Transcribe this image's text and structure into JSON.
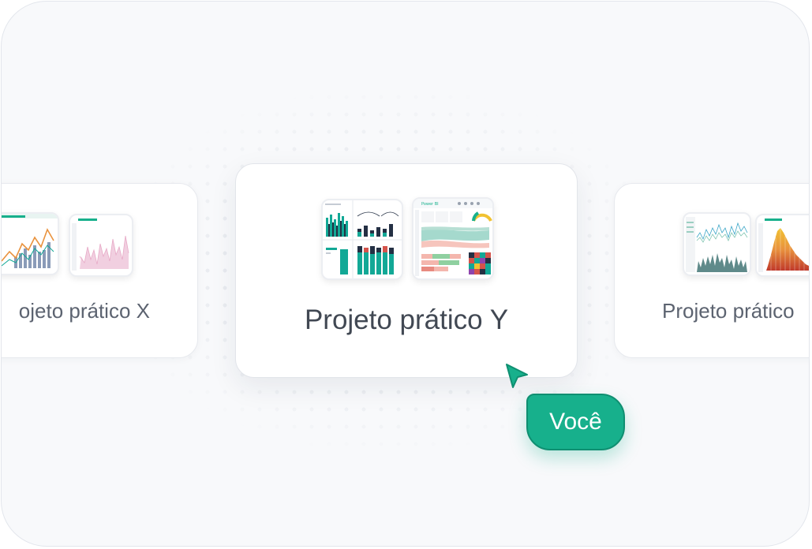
{
  "cards": {
    "left": {
      "title": "ojeto prático X"
    },
    "center": {
      "title": "Projeto prático Y"
    },
    "right": {
      "title": "Projeto prático"
    }
  },
  "thumb_header_text": "Power BI",
  "cursor_badge": {
    "label": "Você"
  },
  "colors": {
    "accent": "#17b08c",
    "accent_border": "#0f8f71",
    "frame_bg": "#f8f9fb",
    "card_title": "#414853",
    "side_title": "#5c6370",
    "chart_teal": "#12a896",
    "chart_dark": "#243044",
    "chart_pink": "#e7a9c6",
    "chart_orange": "#e9923d"
  }
}
